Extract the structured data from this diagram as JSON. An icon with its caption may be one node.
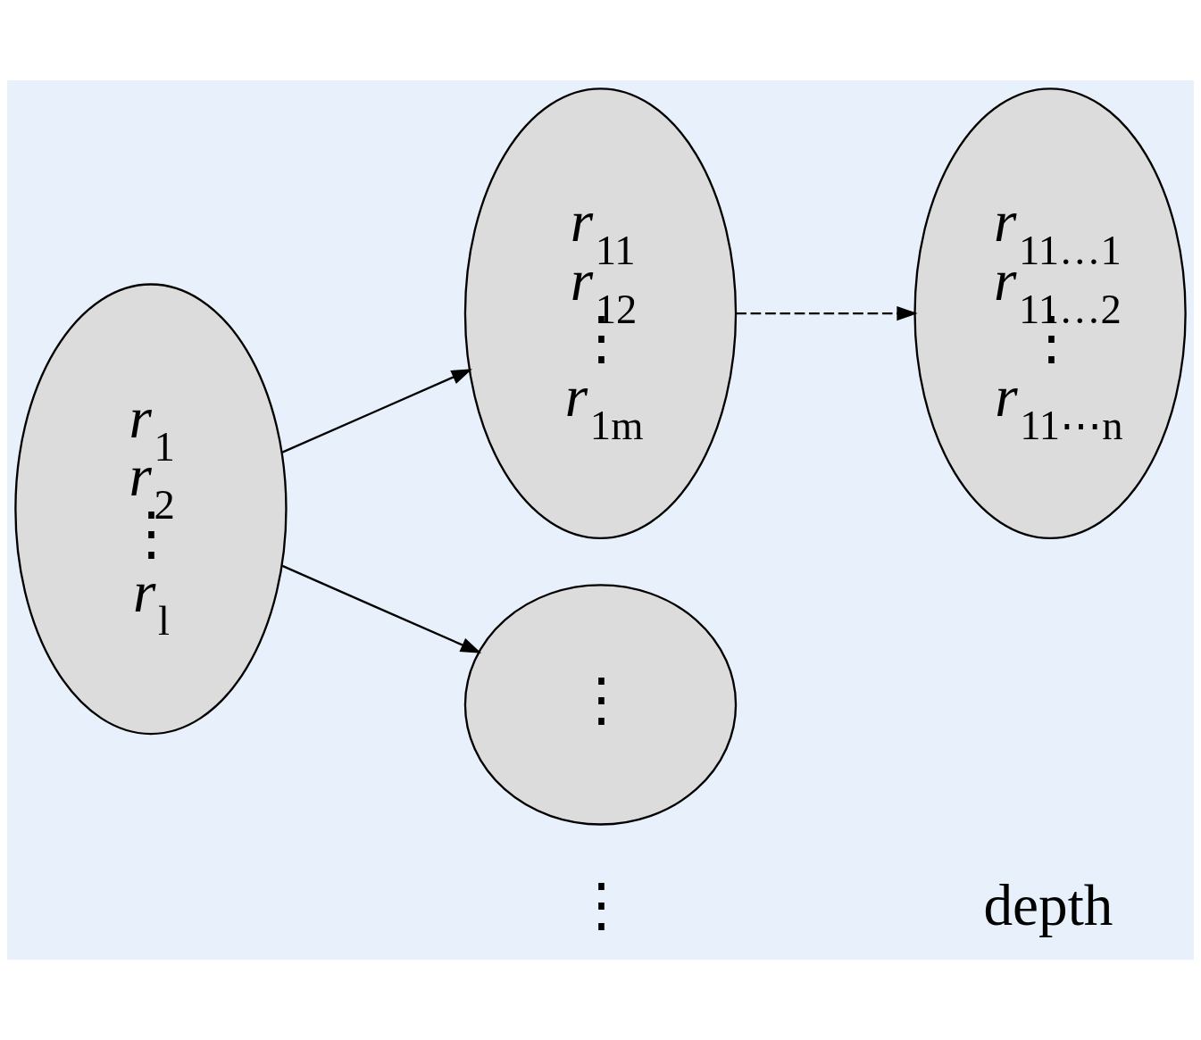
{
  "diagram": {
    "nodes": [
      {
        "text": [
          "*r*$_{1}$",
          "*r*$_{2}$",
          "⋮",
          "*r*$_{l}$"
        ]
      },
      {
        "text": [
          "*r*$_{11}$",
          "*r*$_{12}$",
          "⋮",
          "*r*$_{1m}$"
        ]
      },
      {
        "text": [
          "⋮"
        ]
      },
      {
        "text": [
          "*r*$_{11…1}$",
          "*r*$_{11…2}$",
          "⋮",
          "*r*$_{11⋯n}$"
        ]
      }
    ],
    "edges": [
      {
        "from": 0,
        "to": 1,
        "arrow": "to"
      },
      {
        "from": 0,
        "to": 2,
        "arrow": "to"
      },
      {
        "from": 1,
        "to": 3,
        "arrow": "to",
        "style": "dashed"
      }
    ],
    "labels": [
      "⋮",
      "depth"
    ]
  }
}
